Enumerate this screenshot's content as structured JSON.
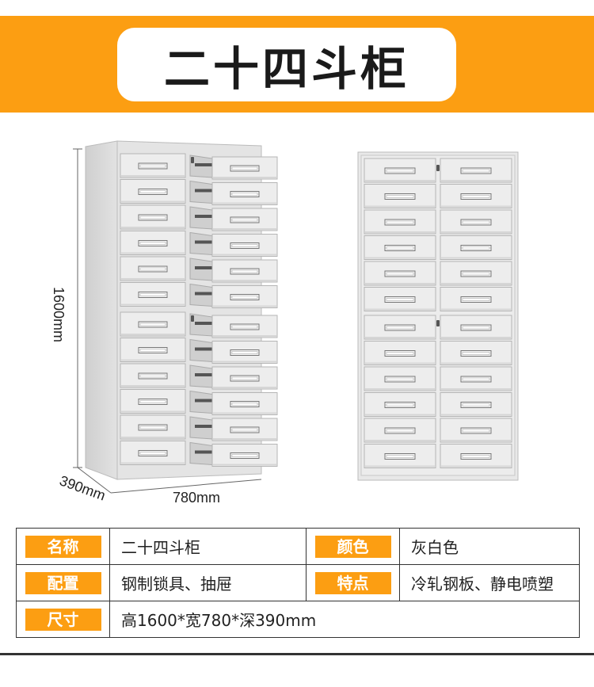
{
  "title": "二十四斗柜",
  "dimensions": {
    "height": "1600mm",
    "width": "780mm",
    "depth": "390mm"
  },
  "specs": [
    {
      "label": "名称",
      "value": "二十四斗柜",
      "label2": "颜色",
      "value2": "灰白色"
    },
    {
      "label": "配置",
      "value": "钢制锁具、抽屉",
      "label2": "特点",
      "value2": "冷轧钢板、静电喷塑"
    },
    {
      "label": "尺寸",
      "value": "高1600*宽780*深390mm"
    }
  ],
  "colors": {
    "accent": "#fc9e12",
    "cabinet": "#e6e6e6"
  }
}
